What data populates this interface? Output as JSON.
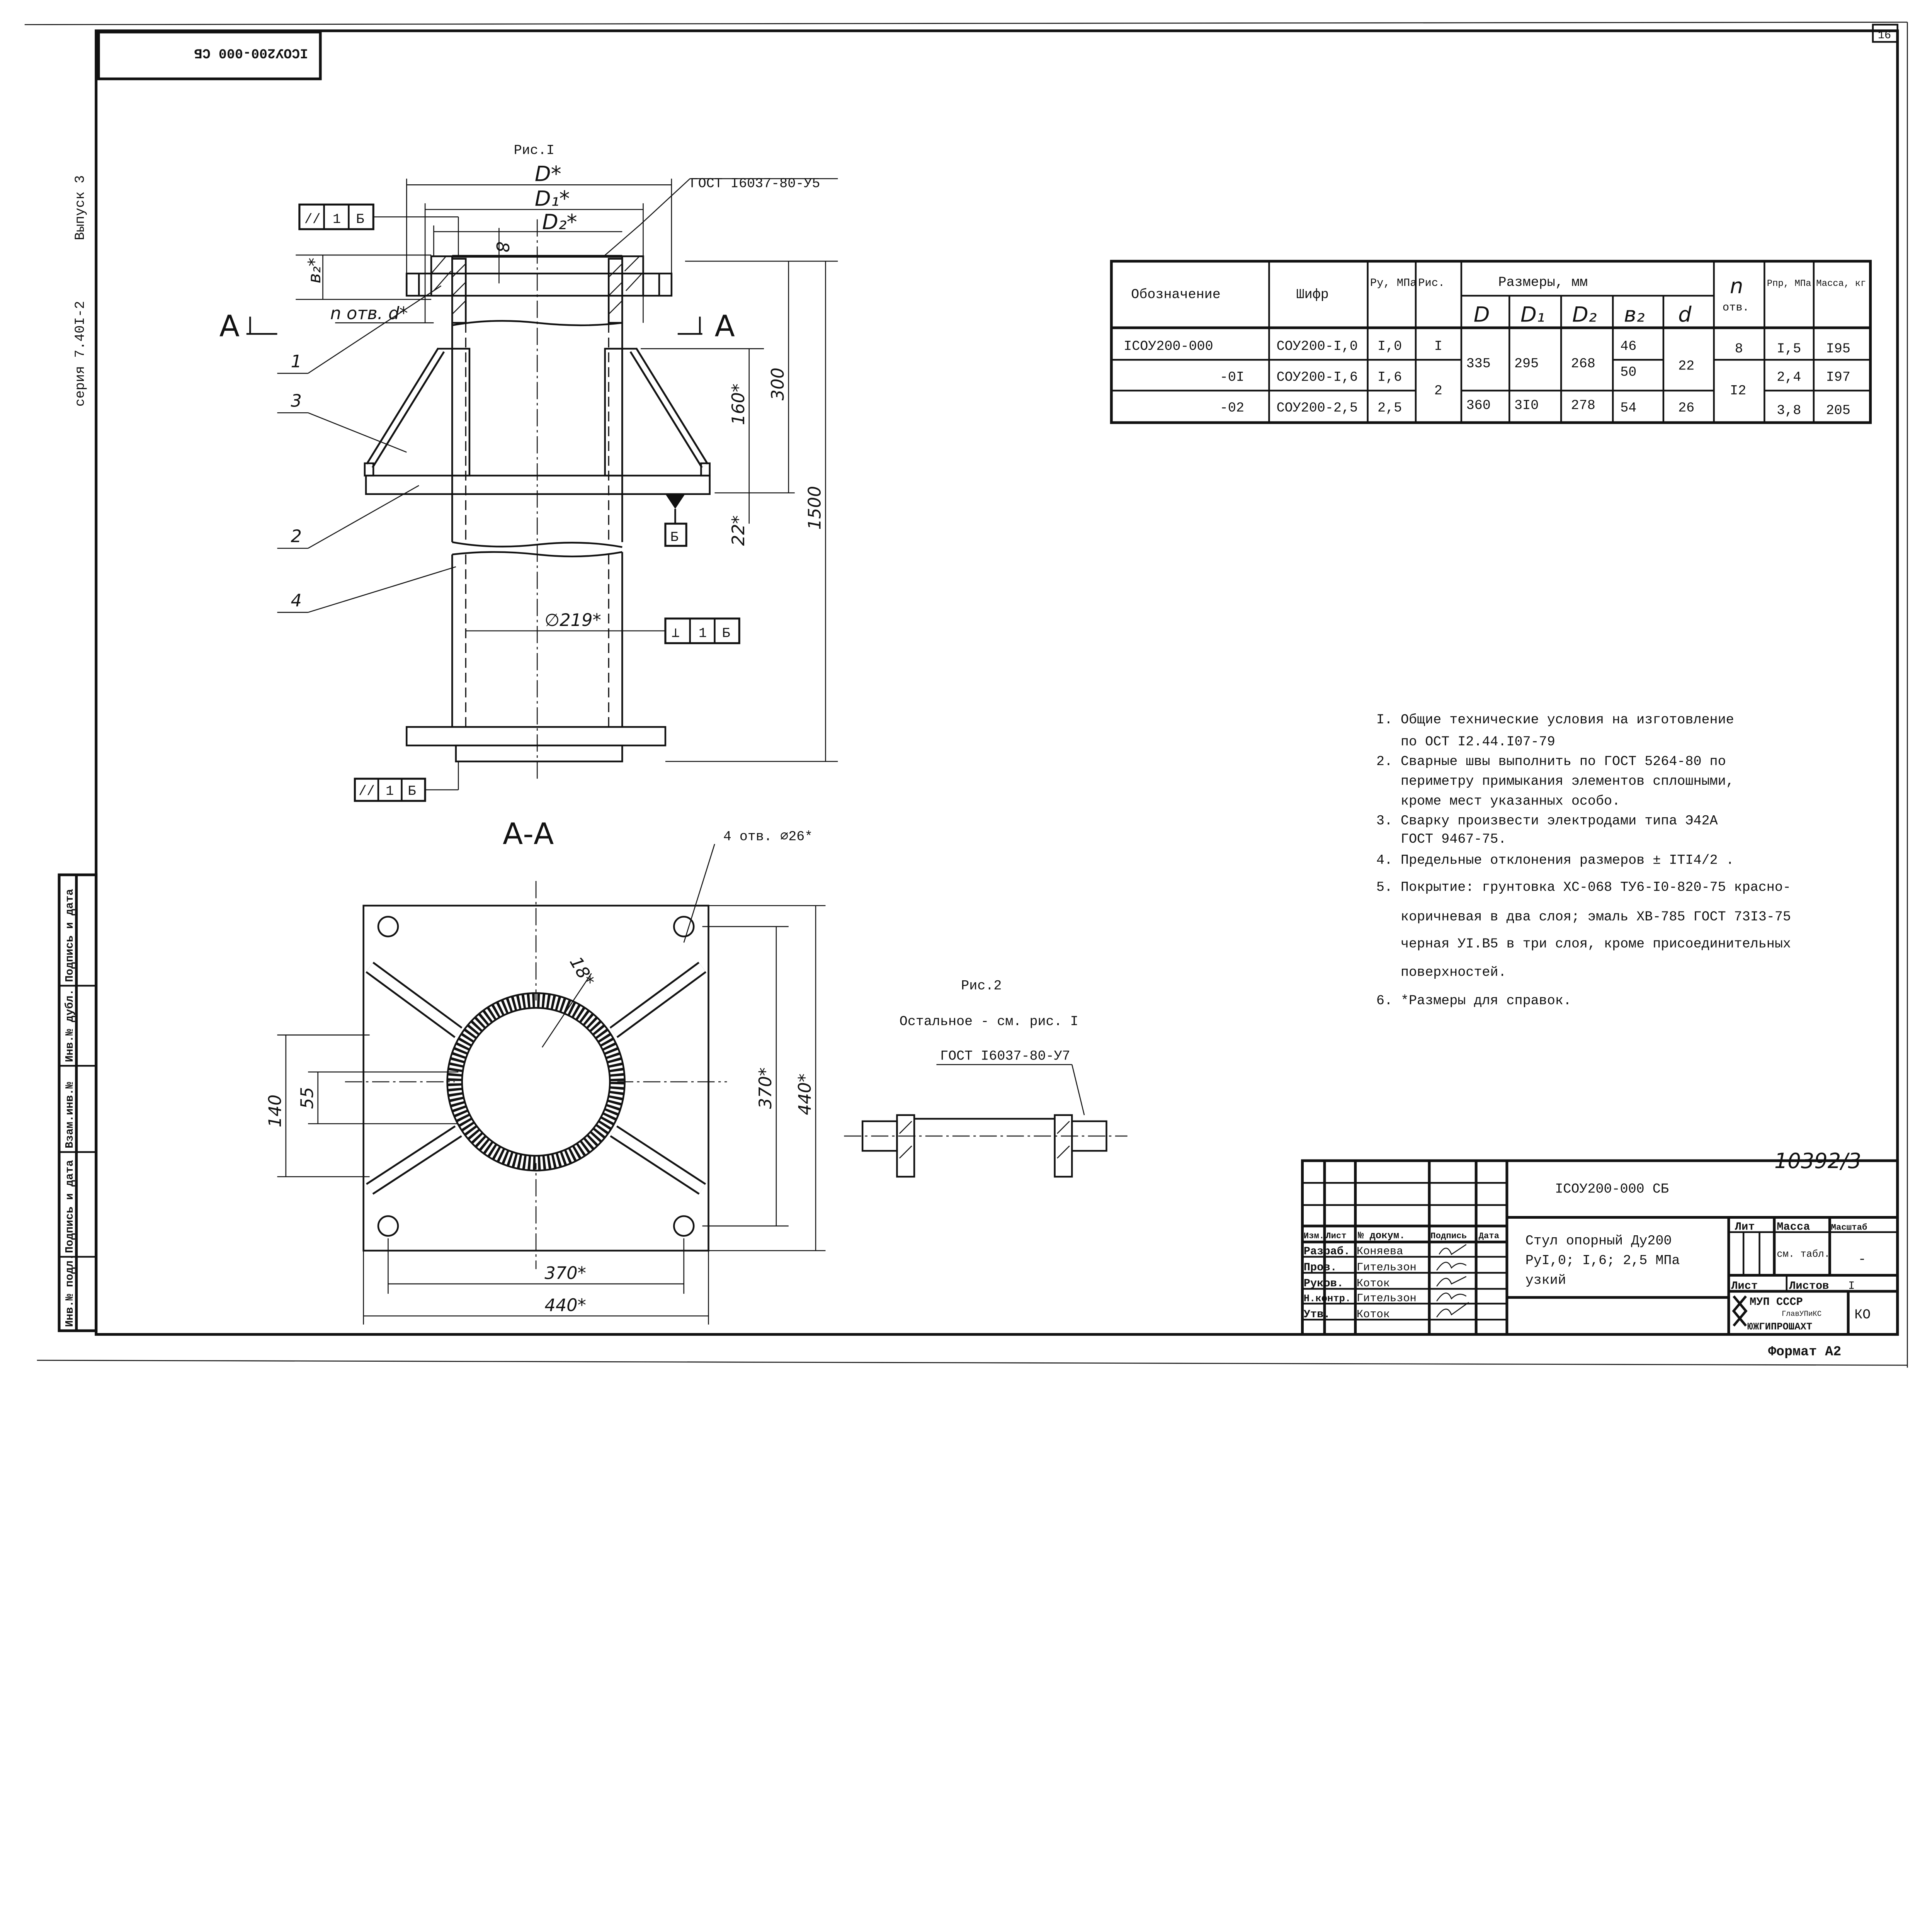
{
  "sheet": {
    "number": "16",
    "code_rotated": "ICOУ200-000 СБ",
    "series": "серия 7.40I-2",
    "issue": "Выпуск 3",
    "archive_number": "10392/3",
    "format": "Формат А2",
    "line_color": "#111111",
    "paper_color": "#ffffff"
  },
  "side_stamp": [
    "Инв.№ подл.",
    "Подпись и дата",
    "Взам.инв.№",
    "Инв.№ дубл.",
    "Подпись и дата"
  ],
  "fig1": {
    "title": "Рис.I",
    "D": "D*",
    "D1": "D₁*",
    "D2": "D₂*",
    "gost": "ГОСТ I6037-80-У5",
    "wall": "8",
    "b2": "в₂*",
    "holes": "n отв. d*",
    "section_mark": "A",
    "parts": [
      "1",
      "2",
      "3",
      "4"
    ],
    "dim_300": "300",
    "dim_1500": "1500",
    "dim_160": "160*",
    "dim_22": "22*",
    "dim_219": "∅219*",
    "tol_parallel_top": [
      "//",
      "1",
      "Б"
    ],
    "tol_parallel_bottom": [
      "//",
      "1",
      "Б"
    ],
    "tol_perp": [
      "⊥",
      "1",
      "Б"
    ],
    "datum": "Б"
  },
  "section": {
    "title": "А-А",
    "holes": "4 отв. ∅26*",
    "angle": "18*",
    "dim_370_v": "370*",
    "dim_440_v": "440*",
    "dim_370_h": "370*",
    "dim_440_h": "440*",
    "dim_140": "140",
    "dim_55": "55"
  },
  "fig2": {
    "title": "Рис.2",
    "note": "Остальное - см. рис. I",
    "gost": "ГОСТ I6037-80-У7"
  },
  "table": {
    "headers": {
      "designation": "Обозначение",
      "code": "Шифр",
      "py": "Py, МПа",
      "fig": "Рис.",
      "sizes": "Размеры, мм",
      "D": "D",
      "D1": "D₁",
      "D2": "D₂",
      "b2": "в₂",
      "d": "d",
      "n": "n",
      "n_sub": "отв.",
      "ppr": "Рпр, МПа",
      "mass": "Масса, кг"
    },
    "rows": [
      {
        "designation": "ICOУ200-000",
        "code": "СОУ200-I,0",
        "py": "I,0",
        "b2": "46",
        "ppr": "I,5",
        "mass": "I95"
      },
      {
        "designation": "-0I",
        "code": "СОУ200-I,6",
        "py": "I,6",
        "b2": "50",
        "ppr": "2,4",
        "mass": "I97"
      },
      {
        "designation": "-02",
        "code": "СОУ200-2,5",
        "py": "2,5",
        "b2": "54",
        "ppr": "3,8",
        "mass": "205"
      }
    ],
    "merged": {
      "fig_1": "I",
      "fig_23": "2",
      "D_12": "335",
      "D_3": "360",
      "D1_12": "295",
      "D1_3": "3I0",
      "D2_12": "268",
      "D2_3": "278",
      "d_12": "22",
      "d_3": "26",
      "n_1": "8",
      "n_23": "I2"
    }
  },
  "notes": [
    "I. Общие технические условия на изготовление",
    "   по ОСТ I2.44.I07-79",
    "2. Сварные швы выполнить по ГОСТ 5264-80 по",
    "   периметру примыкания элементов сплошными,",
    "   кроме мест указанных особо.",
    "3. Сварку произвести электродами типа Э42А",
    "   ГОСТ 9467-75.",
    "4. Предельные отклонения размеров ± IТI4/2 .",
    "5. Покрытие: грунтовка ХС-068 ТУ6-I0-820-75 красно-",
    "   коричневая в два слоя; эмаль ХВ-785 ГОСТ 73I3-75",
    "   черная УI.В5 в три слоя, кроме присоединительных",
    "   поверхностей.",
    "6. *Размеры для справок."
  ],
  "title_block": {
    "code": "ICOУ200-000 СБ",
    "name_lines": [
      "Стул опорный Ду200",
      "РуI,0; I,6; 2,5 МПа",
      "узкий"
    ],
    "col_headers": [
      "Изм.",
      "Лист",
      "№ докум.",
      "Подпись",
      "Дата"
    ],
    "roles": [
      {
        "role": "Разраб.",
        "name": "Коняева"
      },
      {
        "role": "Пров.",
        "name": "Гительзон"
      },
      {
        "role": "Руков.",
        "name": "Коток"
      },
      {
        "role": "Н.контр.",
        "name": "Гительзон"
      },
      {
        "role": "Утв.",
        "name": "Коток"
      }
    ],
    "lit": "Лит",
    "mass": "Масса",
    "scale": "Масштаб",
    "mass_value": "см. табл.",
    "scale_value": "-",
    "sheet": "Лист",
    "sheets": "Листов",
    "sheets_value": "I",
    "org_lines": [
      "МУП СССР",
      "ГлавУПиКС",
      "ЮЖГИПРОШАХТ"
    ],
    "org_code": "КО"
  }
}
